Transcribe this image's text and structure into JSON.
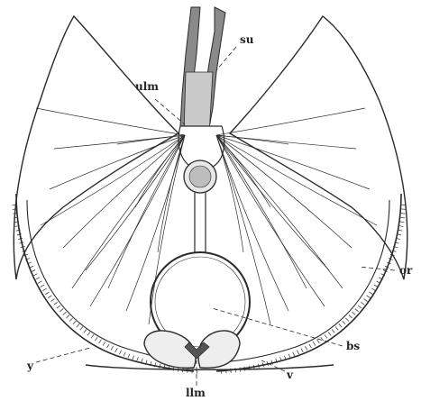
{
  "labels": {
    "su": "su",
    "ulm": "ulm",
    "or": "or",
    "bs": "bs",
    "y": "y",
    "llm": "llm",
    "v": "v"
  },
  "colors": {
    "ink": "#2a2a2a",
    "paper": "#ffffff",
    "shade": "#6b6b6b"
  }
}
